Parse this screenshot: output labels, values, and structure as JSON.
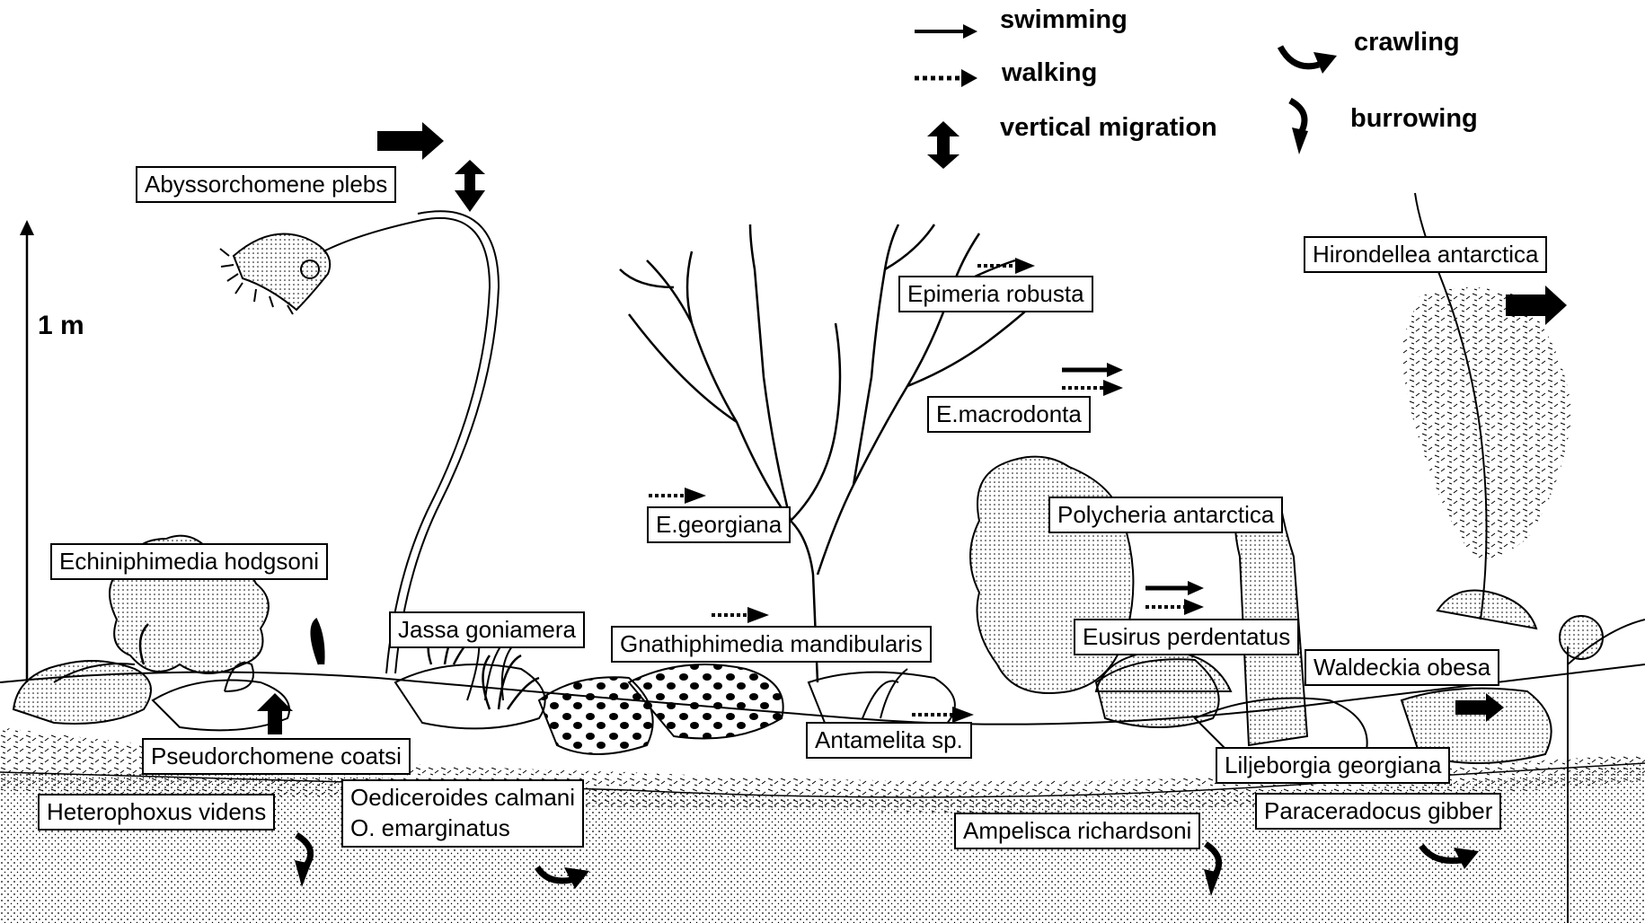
{
  "legend": {
    "swimming": "swimming",
    "walking": "walking",
    "vertical_migration": "vertical migration",
    "crawling": "crawling",
    "burrowing": "burrowing"
  },
  "scale_label": "1 m",
  "species": [
    {
      "id": "abyssorchomene-plebs",
      "name": "Abyssorchomene plebs"
    },
    {
      "id": "echiniphimedia-hodgsoni",
      "name": "Echiniphimedia hodgsoni"
    },
    {
      "id": "jassa-goniamera",
      "name": "Jassa goniamera"
    },
    {
      "id": "pseudorchomene-coatsi",
      "name": "Pseudorchomene coatsi"
    },
    {
      "id": "heterophoxus-videns",
      "name": "Heterophoxus videns"
    },
    {
      "id": "oediceroides-calmani",
      "name": "Oediceroides calmani"
    },
    {
      "id": "o-emarginatus",
      "name": "O. emarginatus"
    },
    {
      "id": "e-georgiana",
      "name": "E.georgiana"
    },
    {
      "id": "gnathiphimedia-mandibularis",
      "name": "Gnathiphimedia mandibularis"
    },
    {
      "id": "epimeria-robusta",
      "name": "Epimeria robusta"
    },
    {
      "id": "e-macrodonta",
      "name": "E.macrodonta"
    },
    {
      "id": "antamelita-sp",
      "name": "Antamelita sp."
    },
    {
      "id": "polycheria-antarctica",
      "name": "Polycheria antarctica"
    },
    {
      "id": "eusirus-perdentatus",
      "name": "Eusirus perdentatus"
    },
    {
      "id": "ampelisca-richardsoni",
      "name": "Ampelisca richardsoni"
    },
    {
      "id": "hirondellea-antarctica",
      "name": "Hirondellea antarctica"
    },
    {
      "id": "waldeckia-obesa",
      "name": "Waldeckia obesa"
    },
    {
      "id": "liljeborgia-georgiana",
      "name": "Liljeborgia georgiana"
    },
    {
      "id": "paraceradocus-gibber",
      "name": "Paraceradocus gibber"
    }
  ]
}
